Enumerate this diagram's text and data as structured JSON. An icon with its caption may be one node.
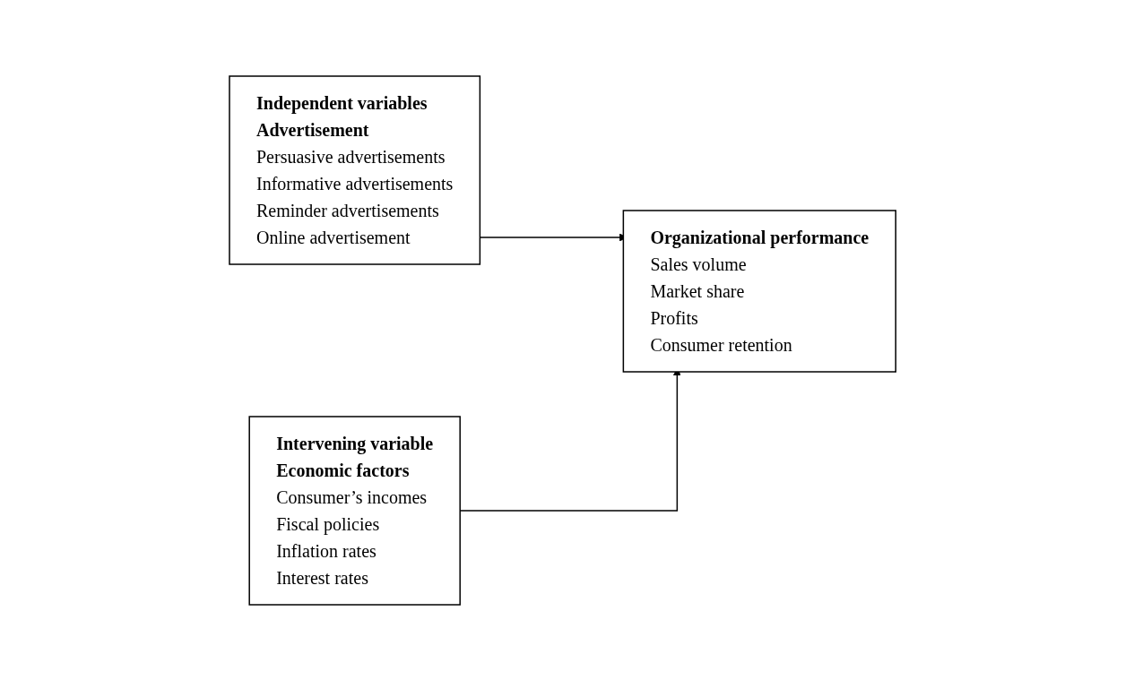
{
  "diagram": {
    "nodes": [
      {
        "text": [
          "Independent variables",
          "Advertisement",
          "Persuasive advertisements",
          "Informative advertisements",
          "Reminder advertisements",
          "Online advertisement"
        ]
      },
      {
        "text": [
          "Organizational performance",
          "Sales volume",
          "Market share",
          "Profits",
          "Consumer retention"
        ]
      },
      {
        "text": [
          "Intervening variable",
          "Economic factors",
          "Consumer’s incomes",
          "Fiscal policies",
          "Inflation rates",
          "Interest rates"
        ]
      }
    ],
    "edges": [
      {
        "from": 0,
        "to": 1,
        "arrow": "to"
      },
      {
        "from": 2,
        "to": 1,
        "arrow": "to"
      }
    ]
  }
}
